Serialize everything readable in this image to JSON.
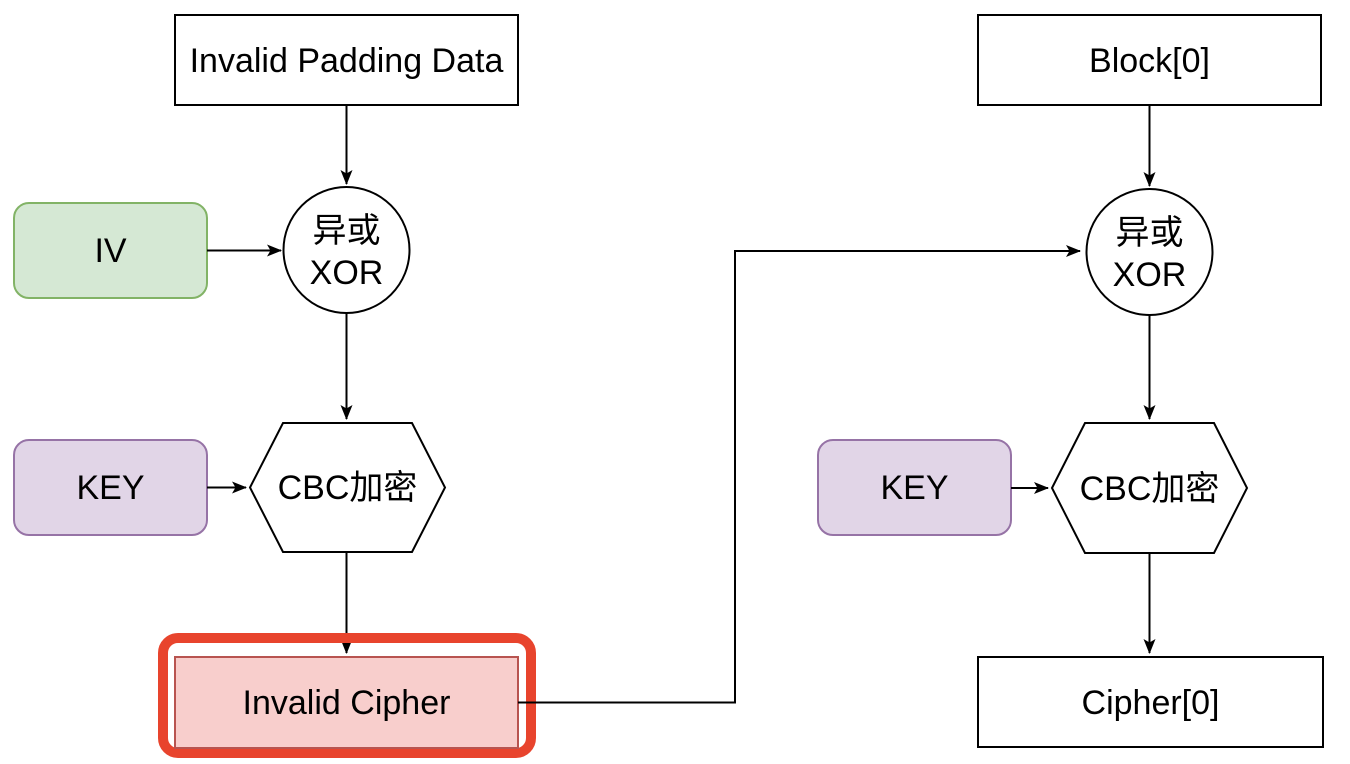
{
  "diagram": {
    "left_flow": {
      "input_box": "Invalid Padding Data",
      "iv_box": "IV",
      "xor_node": {
        "line1": "异或",
        "line2": "XOR"
      },
      "key_box": "KEY",
      "encrypt_node": "CBC加密",
      "output_box": "Invalid Cipher"
    },
    "right_flow": {
      "input_box": "Block[0]",
      "xor_node": {
        "line1": "异或",
        "line2": "XOR"
      },
      "key_box": "KEY",
      "encrypt_node": "CBC加密",
      "output_box": "Cipher[0]"
    },
    "colors": {
      "iv_fill": "#d5e8d4",
      "iv_stroke": "#82b366",
      "key_fill": "#e1d5e7",
      "key_stroke": "#9673a6",
      "invalid_cipher_fill": "#f8cecc",
      "invalid_cipher_stroke": "#b85450",
      "highlight_outline": "#e8442d",
      "shape_stroke": "#000000",
      "background": "#ffffff"
    }
  }
}
